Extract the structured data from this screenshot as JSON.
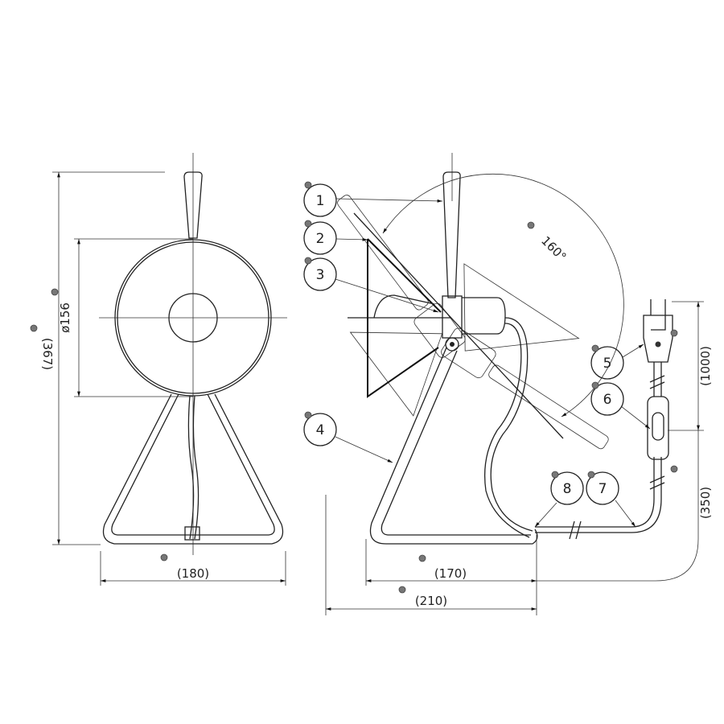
{
  "front_view": {
    "dim_height": "(367)",
    "dim_diameter": "ø156",
    "dim_width": "(180)"
  },
  "side_view": {
    "angle": "160°",
    "dim_base": "(170)",
    "dim_total": "(210)",
    "dim_cord_plug": "(1000)",
    "dim_cord_switch": "(350)"
  },
  "callouts": [
    "1",
    "2",
    "3",
    "4",
    "5",
    "6",
    "7",
    "8"
  ],
  "colors": {
    "line": "#222222",
    "marker": "#777777"
  }
}
